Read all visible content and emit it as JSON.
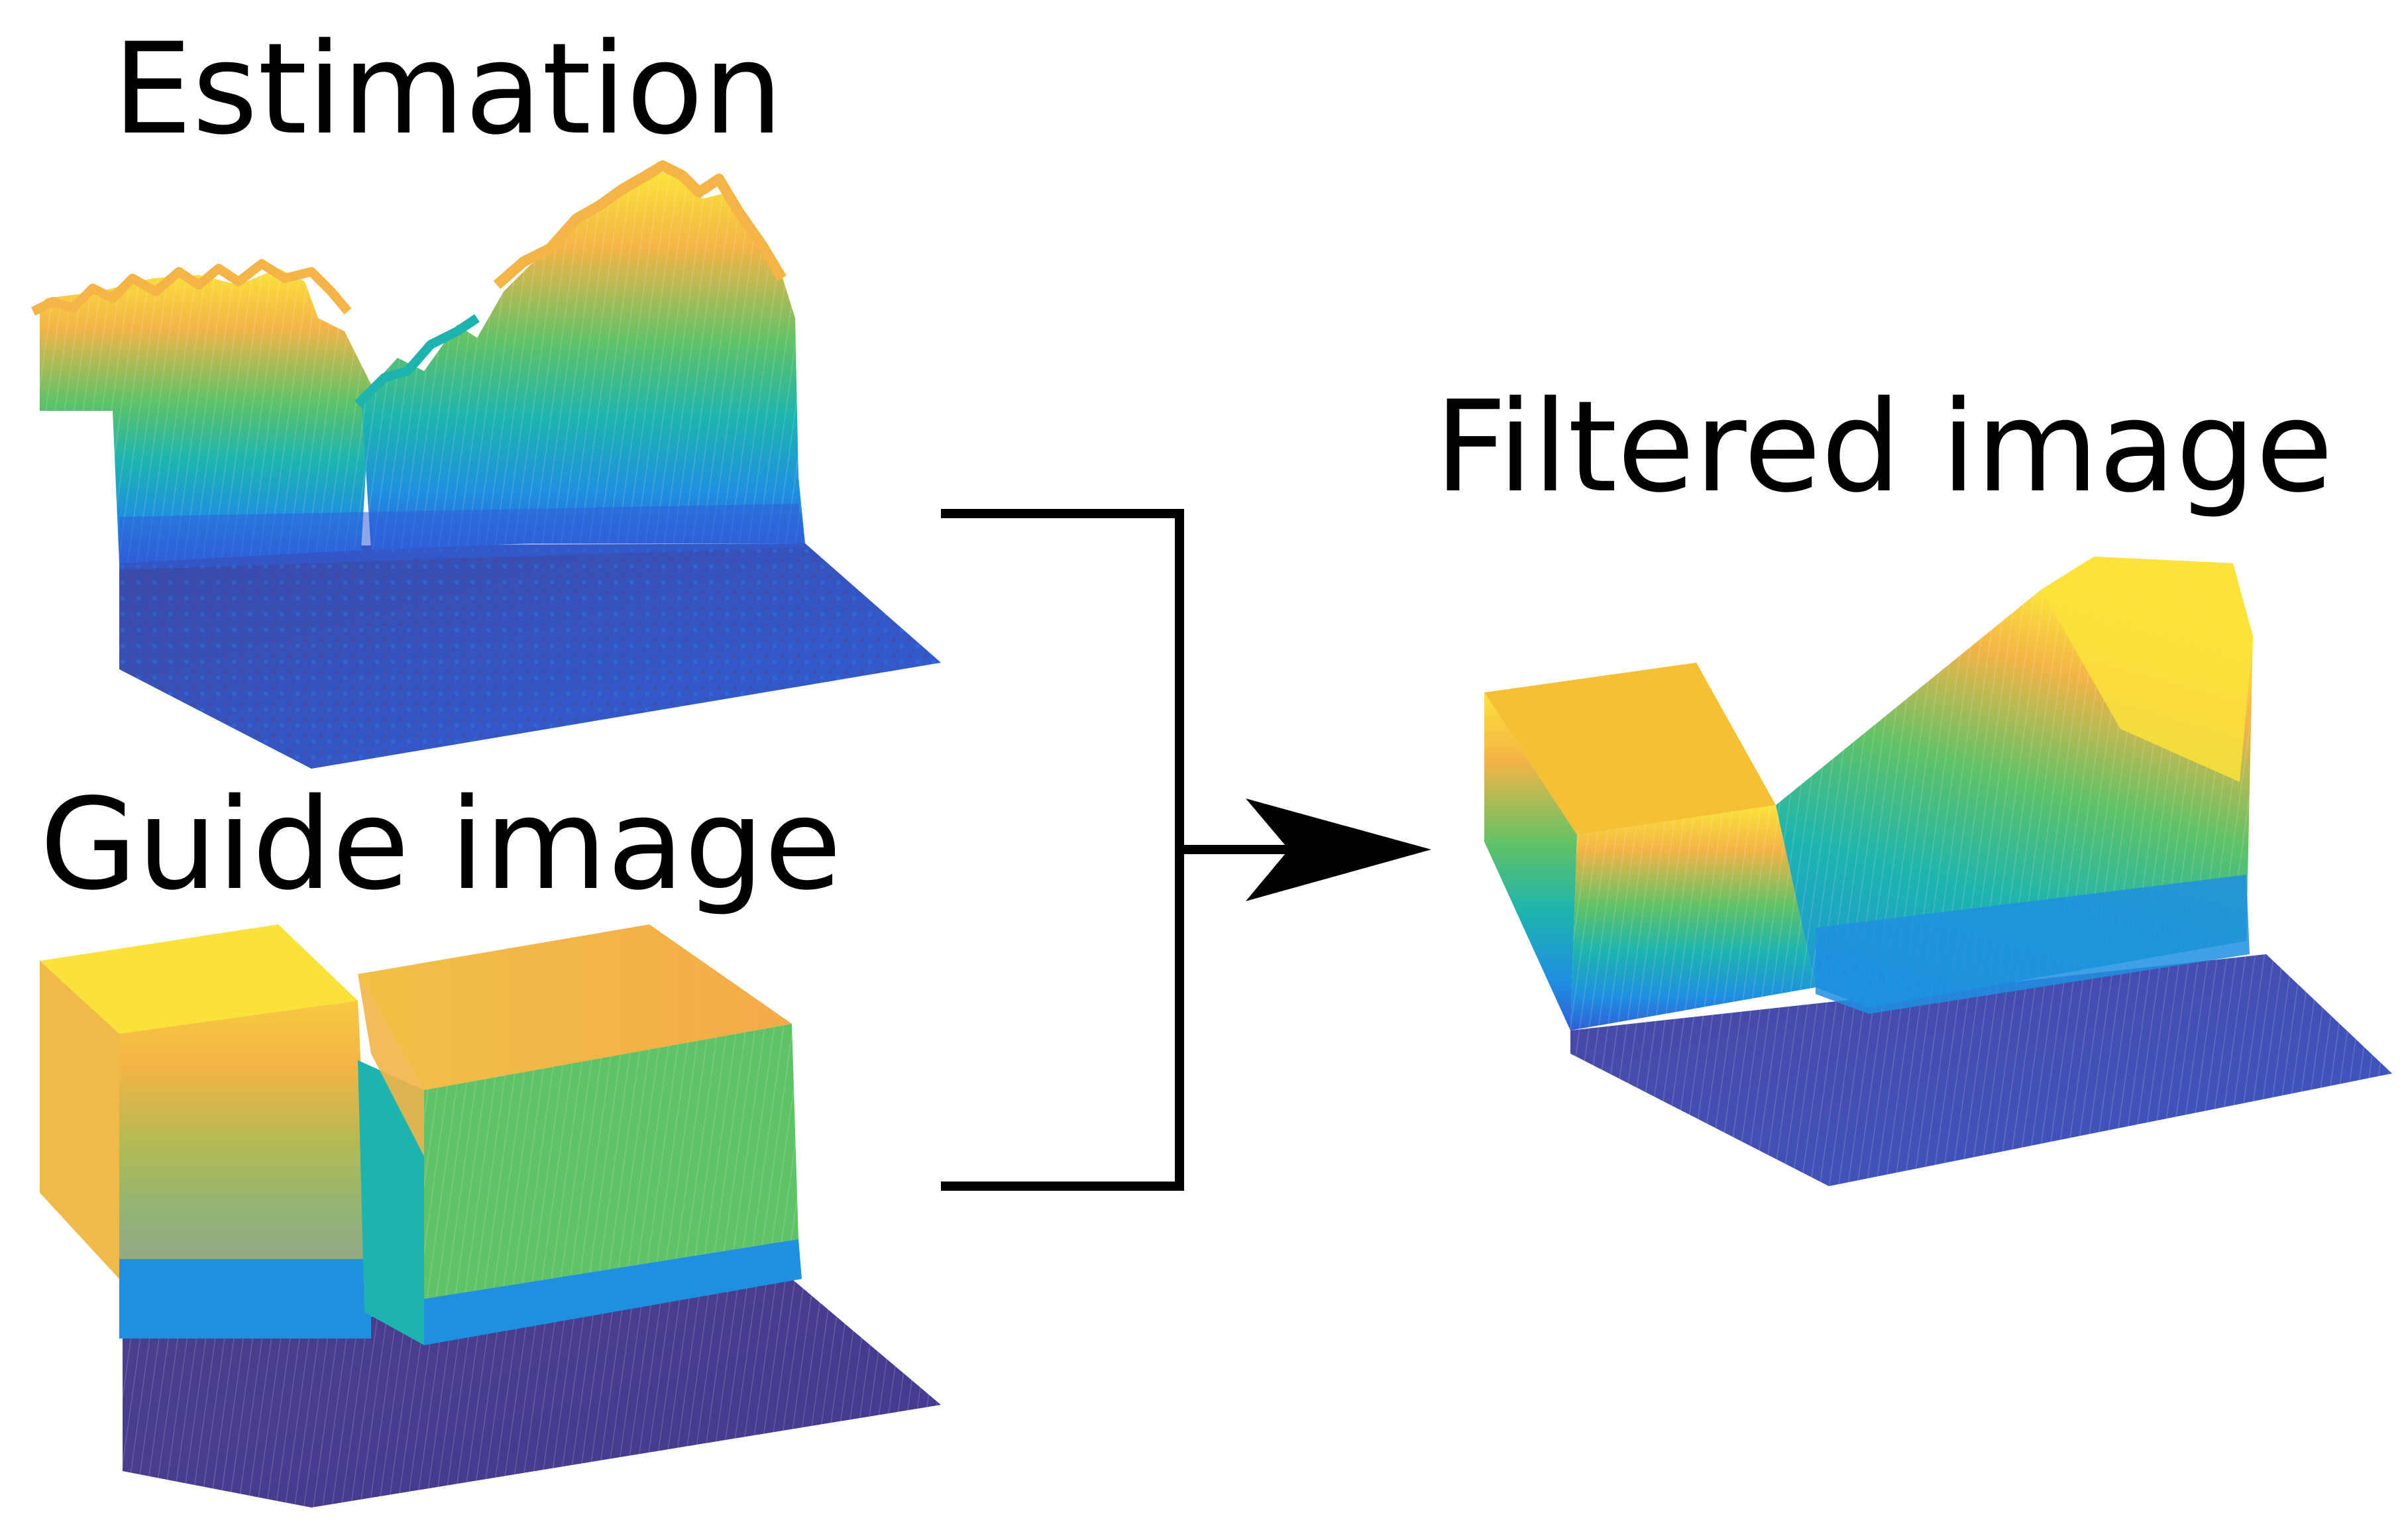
{
  "titles": {
    "estimation": "Estimation",
    "guide": "Guide image",
    "filtered": "Filtered image"
  },
  "colors": {
    "background": "#ffffff",
    "text": "#000000",
    "connector": "#000000",
    "floor_dark": "#47408f",
    "floor_blue": "#2f5fd8",
    "blue": "#1f8fe0",
    "teal": "#1db4b0",
    "green": "#5fc267",
    "orange": "#f4b446",
    "yellow": "#fbe23a"
  },
  "icons": {
    "connector": "bracket-arrow-icon"
  }
}
